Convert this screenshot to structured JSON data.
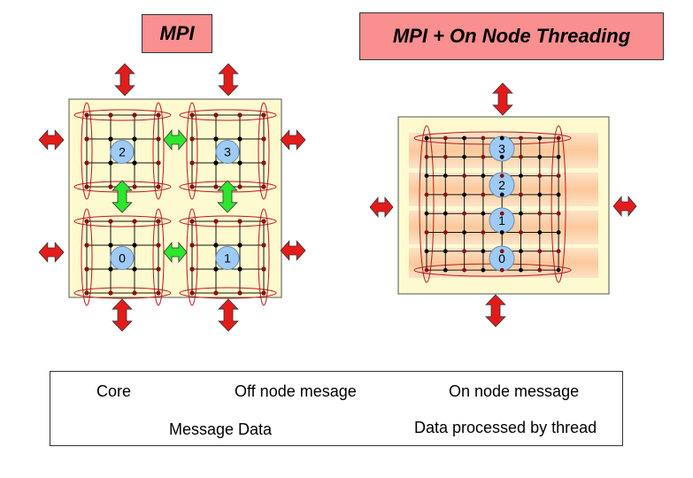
{
  "titles": {
    "mpi": "MPI",
    "hybrid": "MPI + On Node Threading"
  },
  "mpi_node": {
    "core_labels": [
      "2",
      "3",
      "0",
      "1"
    ]
  },
  "hybrid_node": {
    "core_labels": [
      "3",
      "2",
      "1",
      "0"
    ]
  },
  "legend": {
    "core": "Core",
    "off_node": "Off node mesage",
    "on_node": "On node message",
    "message_data": "Message Data",
    "thread_data": "Data processed by thread"
  },
  "colors": {
    "off_node_arrow": "#e41b1b",
    "on_node_arrow": "#2ee62e",
    "core_fill": "#9ecbf5",
    "node_background": "#fdfad0",
    "thread_band": "#fccca2",
    "message_ellipse": "#c0161a",
    "title_fill": "#f98f8f"
  }
}
